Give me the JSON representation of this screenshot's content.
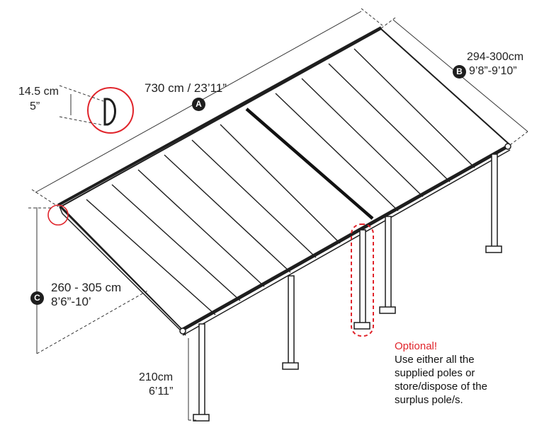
{
  "dimensions": {
    "a": {
      "badge": "A",
      "text": "730 cm / 23’11”"
    },
    "b": {
      "badge": "B",
      "cm": "294-300cm",
      "ft": "9’8”-9’10”"
    },
    "c": {
      "badge": "C",
      "cm": "260 - 305 cm",
      "ft": "8’6”-10’"
    },
    "gutter": {
      "cm": "14.5 cm",
      "in": "5”"
    },
    "post": {
      "cm": "210cm",
      "ft": "6’11”"
    }
  },
  "note": {
    "heading": "Optional!",
    "lines": [
      "Use either all the",
      "supplied poles or",
      "store/dispose of the",
      "surplus pole/s."
    ]
  },
  "colors": {
    "line": "#1e1e1e",
    "highlight": "#e0242b",
    "dim": "#333333"
  }
}
